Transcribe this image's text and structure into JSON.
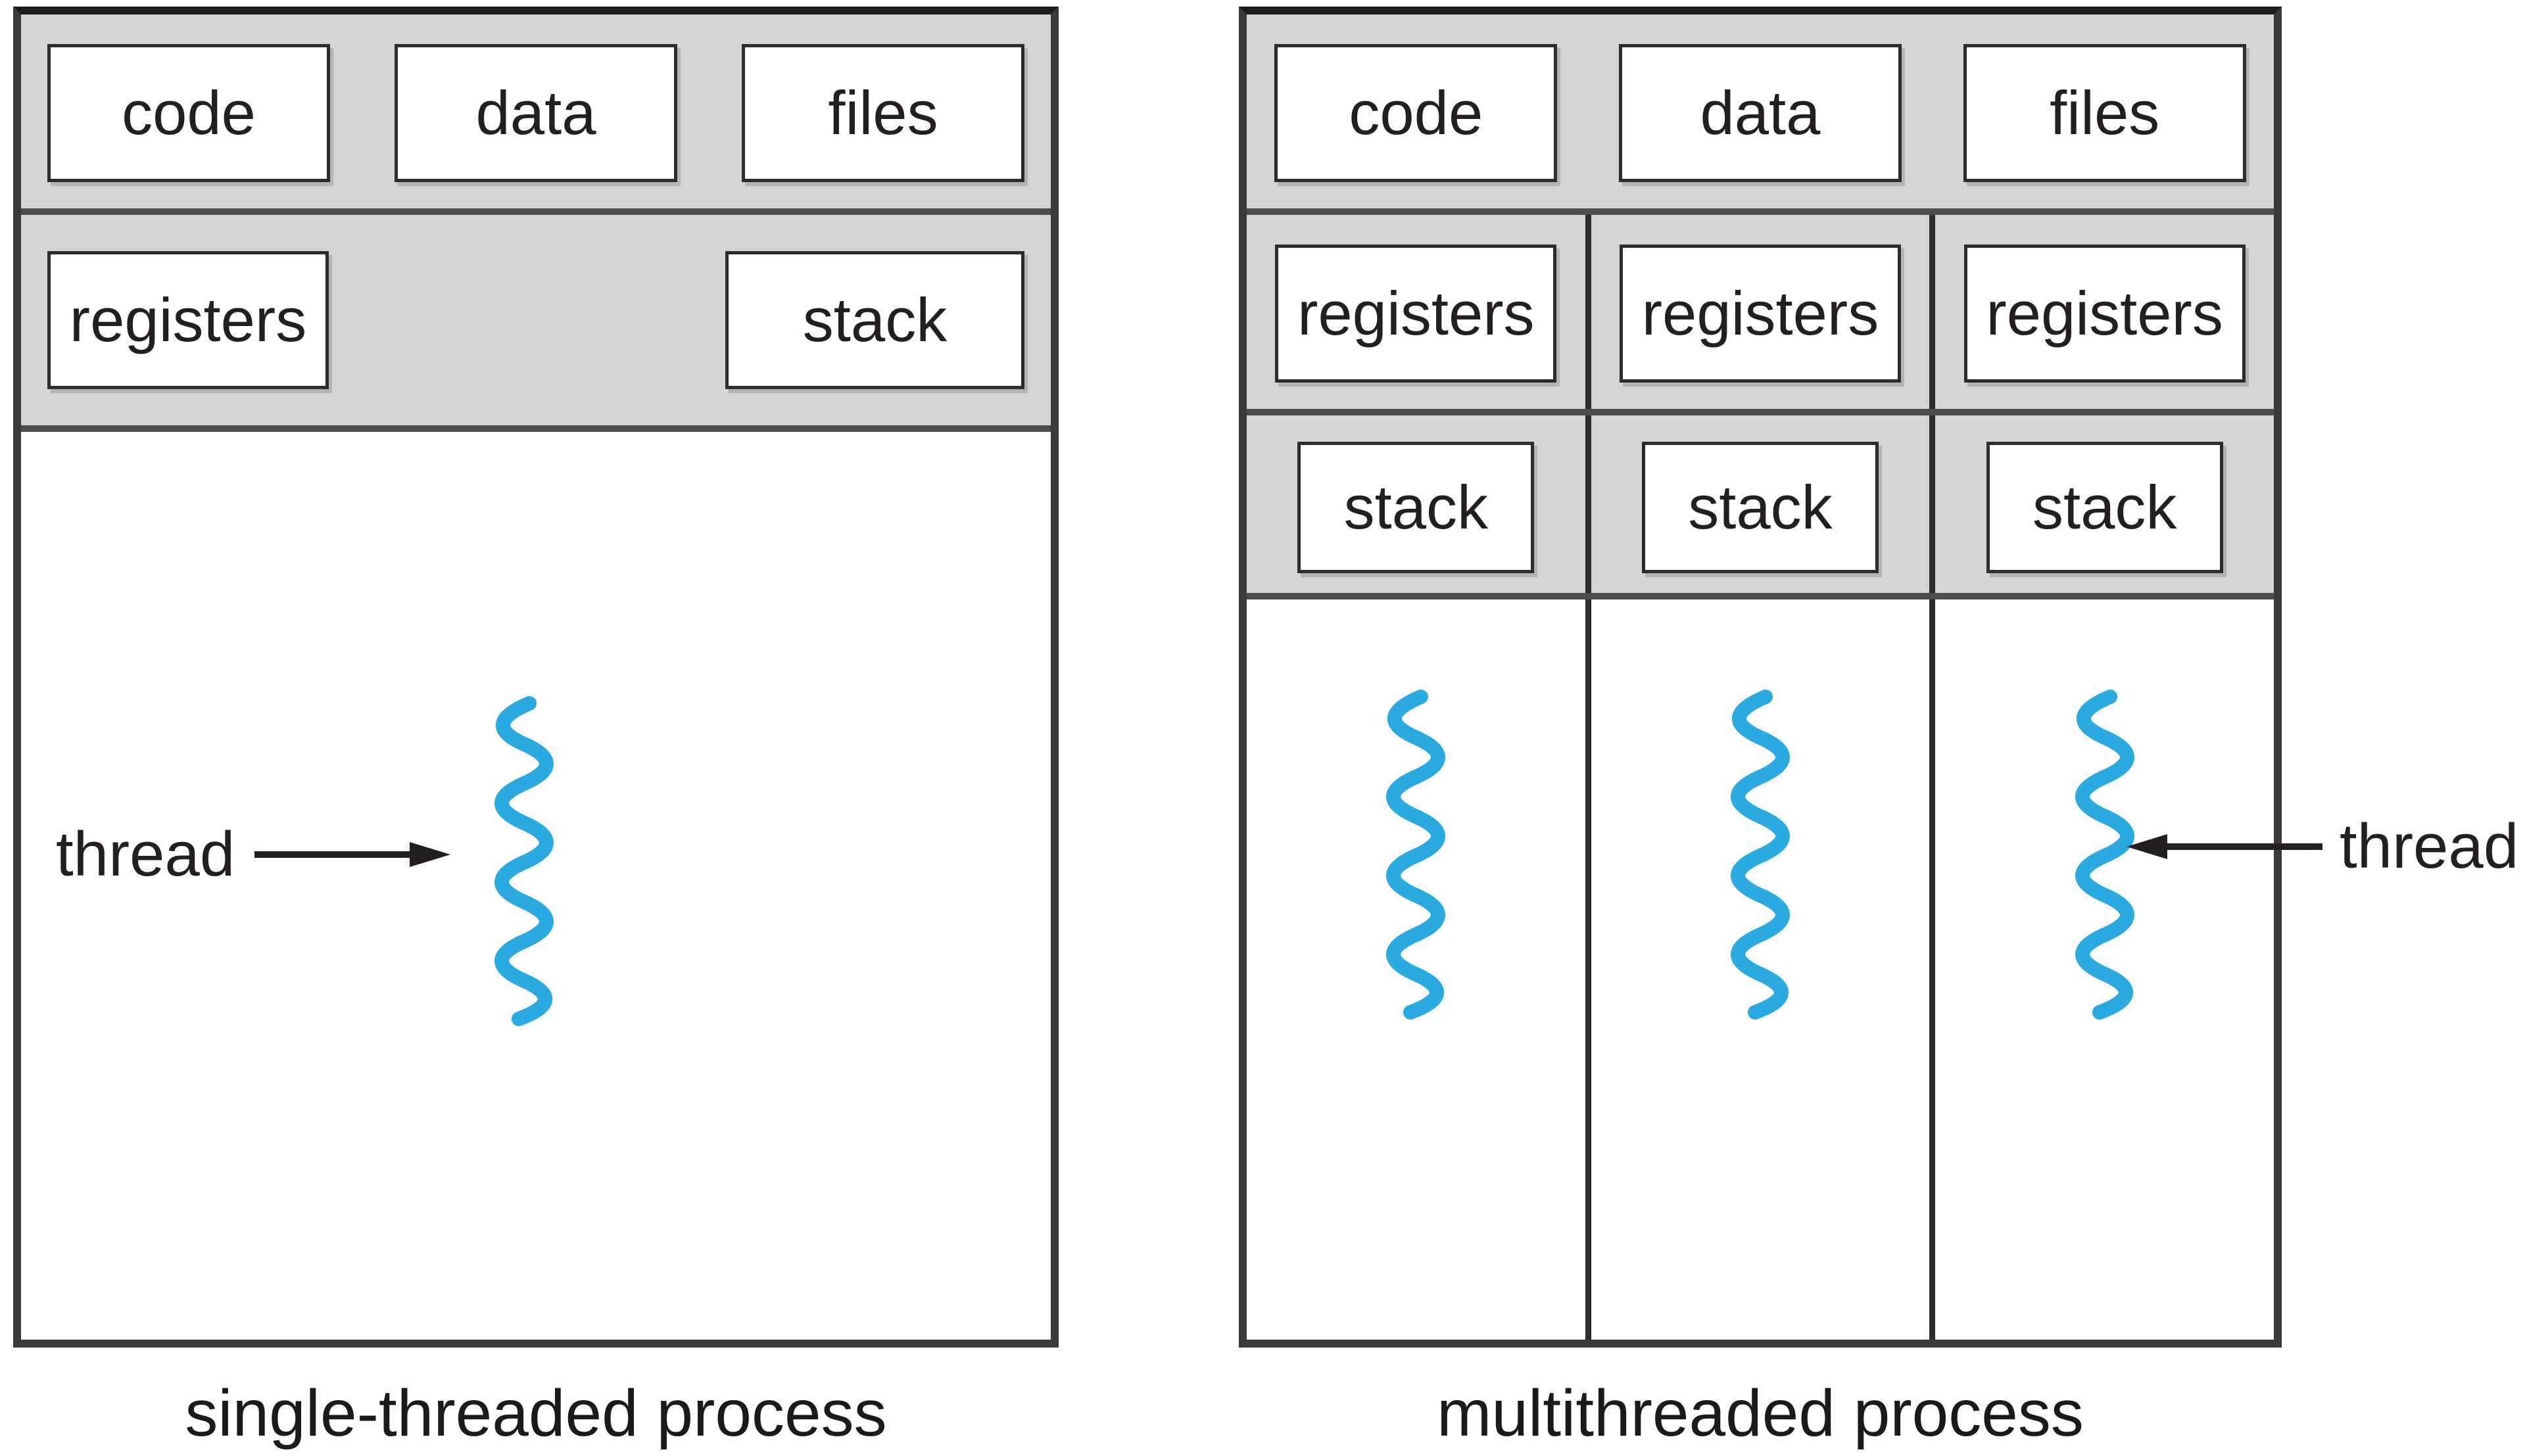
{
  "colors": {
    "band_gray": "#d4d5d4",
    "thread_blue": "#29abe2",
    "ink": "#231f20",
    "separator": "#4e4e4e",
    "divider": "#2e2b2c",
    "panel_border": "#3a3a3a",
    "box_border": "#2e2b2c"
  },
  "left_panel": {
    "caption": "single-threaded process",
    "boxes_top": [
      "code",
      "data",
      "files"
    ],
    "registers_label": "registers",
    "stack_label": "stack",
    "thread_label": "thread"
  },
  "right_panel": {
    "caption": "multithreaded process",
    "boxes_top": [
      "code",
      "data",
      "files"
    ],
    "columns": [
      {
        "registers": "registers",
        "stack": "stack"
      },
      {
        "registers": "registers",
        "stack": "stack"
      },
      {
        "registers": "registers",
        "stack": "stack"
      }
    ],
    "thread_label": "thread"
  }
}
